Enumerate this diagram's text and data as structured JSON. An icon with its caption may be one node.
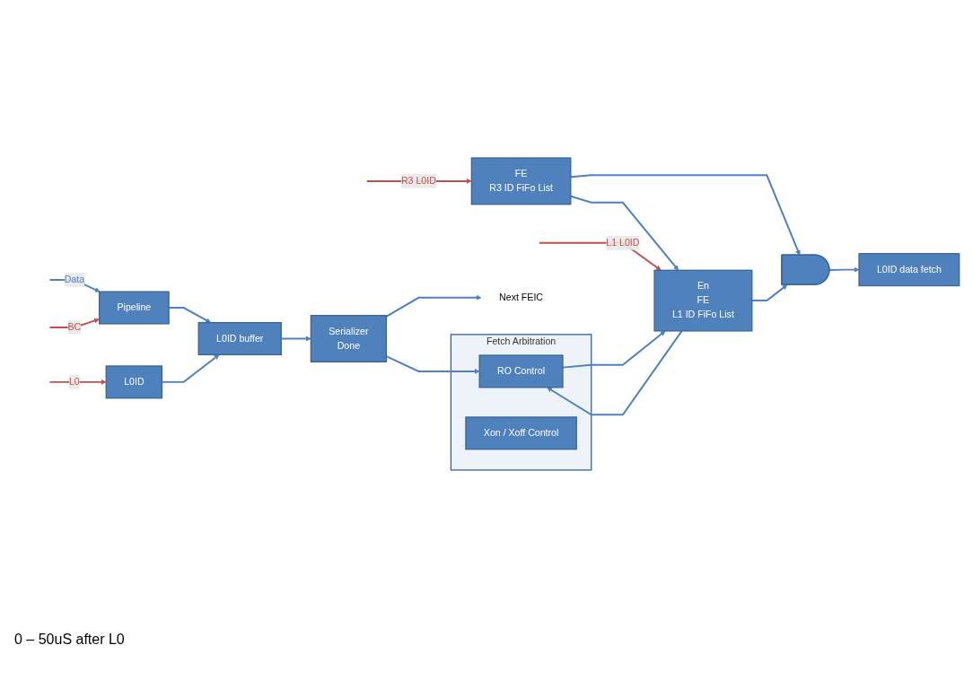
{
  "diagram": {
    "nodes": [
      {
        "text": [
          "Pipeline"
        ]
      },
      {
        "text": [
          "L0ID"
        ]
      },
      {
        "text": [
          "L0ID buffer"
        ]
      },
      {
        "text": [
          "L0ID data fetch"
        ]
      },
      {
        "text": [
          "Serializer",
          "Done"
        ]
      },
      {
        "text": [
          "Next FEIC"
        ]
      },
      {
        "text": [],
        "shape": "gate"
      },
      {
        "text": [
          "FE",
          "R3 ID FiFo List"
        ]
      },
      {
        "text": [
          "En",
          "FE",
          "L1 ID FiFo List"
        ]
      },
      {
        "text": [
          "Fetch Arbitration"
        ]
      },
      {
        "text": [
          "RO Control"
        ],
        "in": 9
      },
      {
        "text": [
          "Xon / Xoff Control"
        ],
        "in": 9
      }
    ],
    "edges": [
      {
        "from": null,
        "to": 0,
        "arrow": "to",
        "label": "Data"
      },
      {
        "from": null,
        "to": 0,
        "arrow": "to",
        "label": "BC",
        "color": "#c0504d"
      },
      {
        "from": null,
        "to": 1,
        "arrow": "to",
        "label": "L0",
        "color": "#c0504d"
      },
      {
        "from": 0,
        "to": 2,
        "arrow": "to"
      },
      {
        "from": 1,
        "to": 2,
        "arrow": "to"
      },
      {
        "from": 2,
        "to": 4,
        "arrow": "to"
      },
      {
        "from": 4,
        "to": 5,
        "arrow": "to"
      },
      {
        "from": 4,
        "to": 10,
        "arrow": "to"
      },
      {
        "from": 6,
        "to": 3,
        "arrow": "to"
      },
      {
        "from": 7,
        "to": 6,
        "arrow": "to"
      },
      {
        "from": 8,
        "to": 6,
        "arrow": "to"
      },
      {
        "from": 7,
        "to": 8,
        "arrow": "to"
      },
      {
        "from": 8,
        "to": 10,
        "arrow": "to"
      },
      {
        "from": 10,
        "to": 8,
        "arrow": "to"
      },
      {
        "from": null,
        "to": 7,
        "arrow": "to",
        "label": "R3 L0ID",
        "color": "#c0504d"
      },
      {
        "from": null,
        "to": 8,
        "arrow": "to",
        "label": "L1 L0ID",
        "color": "#c0504d"
      }
    ],
    "labels": [
      "0 – 50uS after L0"
    ]
  }
}
